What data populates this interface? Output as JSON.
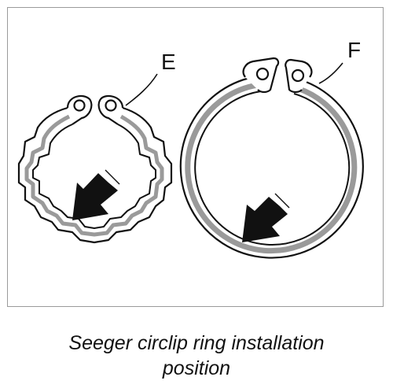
{
  "labels": {
    "ring_e": "E",
    "ring_f": "F"
  },
  "caption": {
    "line1": "Seeger circlip ring installation",
    "line2": "position"
  },
  "icons": {
    "arrow_e": "arrow-down-left-icon",
    "arrow_f": "arrow-down-left-icon"
  },
  "colors": {
    "stroke": "#111111",
    "ring_fill": "#9a9a9a",
    "frame": "#9a9a9a"
  }
}
